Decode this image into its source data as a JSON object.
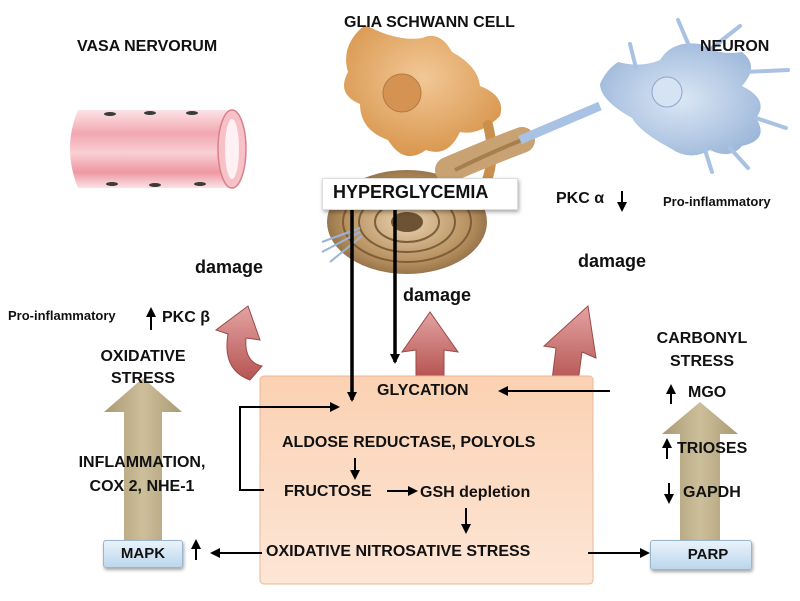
{
  "labels": {
    "vasa_nervorum": "VASA NERVORUM",
    "glia": "GLIA SCHWANN CELL",
    "neuron": "NEURON",
    "hyperglycemia": "HYPERGLYCEMIA",
    "pkc_alpha": "PKC α",
    "pro_inflammatory_right": "Pro-inflammatory",
    "damage_left": "damage",
    "damage_center": "damage",
    "damage_right": "damage",
    "pro_inflammatory_left": "Pro-inflammatory",
    "pkc_beta": "PKC β",
    "oxidative_stress_l1": "OXIDATIVE",
    "oxidative_stress_l2": "STRESS",
    "inflammation_l1": "INFLAMMATION,",
    "inflammation_l2": "COX 2, NHE-1",
    "mapk": "MAPK",
    "carbonyl_l1": "CARBONYL",
    "carbonyl_l2": "STRESS",
    "mgo": "MGO",
    "trioses": "TRIOSES",
    "gapdh": "GAPDH",
    "parp": "PARP",
    "glycation": "GLYCATION",
    "aldose": "ALDOSE REDUCTASE, POLYOLS",
    "fructose": "FRUCTOSE",
    "gsh": "GSH depletion",
    "oxnitro": "OXIDATIVE NITROSATIVE STRESS"
  },
  "colors": {
    "central_box": "#fbd3b5",
    "tan_arrow": "#b9ab86",
    "red_arrow": "#b85a56",
    "vessel": "#f0a0a8",
    "glia": "#e0a96a",
    "neuron": "#aac3e3"
  },
  "arrow_directions": {
    "pkc_alpha": "down",
    "pkc_beta": "up",
    "mgo": "up",
    "trioses": "up",
    "gapdh": "down",
    "mapk": "up",
    "parp": "up"
  }
}
